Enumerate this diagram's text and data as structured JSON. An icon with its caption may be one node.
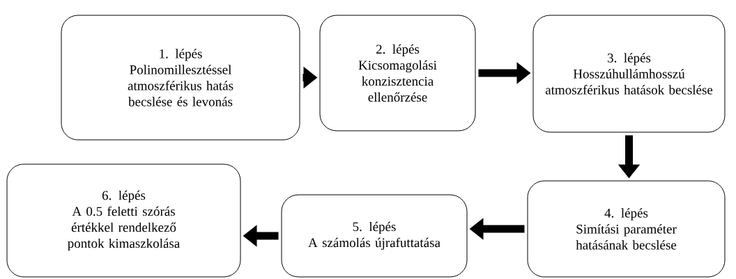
{
  "diagram": {
    "nodes": [
      {
        "text": [
          "1. lépés",
          "Polinomillesztéssel atmoszférikus hatás becslése és levonás"
        ]
      },
      {
        "text": [
          "2. lépés",
          "Kicsomagolási konzisztencia ellenőrzése"
        ]
      },
      {
        "text": [
          "3. lépés",
          "Hosszúhullámhosszú atmoszférikus hatások becslése"
        ]
      },
      {
        "text": [
          "4. lépés",
          "Simítási paraméter hatásának becslése"
        ]
      },
      {
        "text": [
          "5. lépés",
          "A számolás újrafuttatása"
        ]
      },
      {
        "text": [
          "6. lépés",
          "A 0.5 feletti szórás értékkel rendelkező pontok kimaszkolása"
        ]
      }
    ],
    "edges": [
      {
        "from": 0,
        "to": 1,
        "arrow": "to"
      },
      {
        "from": 1,
        "to": 2,
        "arrow": "to"
      },
      {
        "from": 2,
        "to": 3,
        "arrow": "to"
      },
      {
        "from": 3,
        "to": 4,
        "arrow": "to"
      },
      {
        "from": 4,
        "to": 5,
        "arrow": "to"
      }
    ]
  }
}
